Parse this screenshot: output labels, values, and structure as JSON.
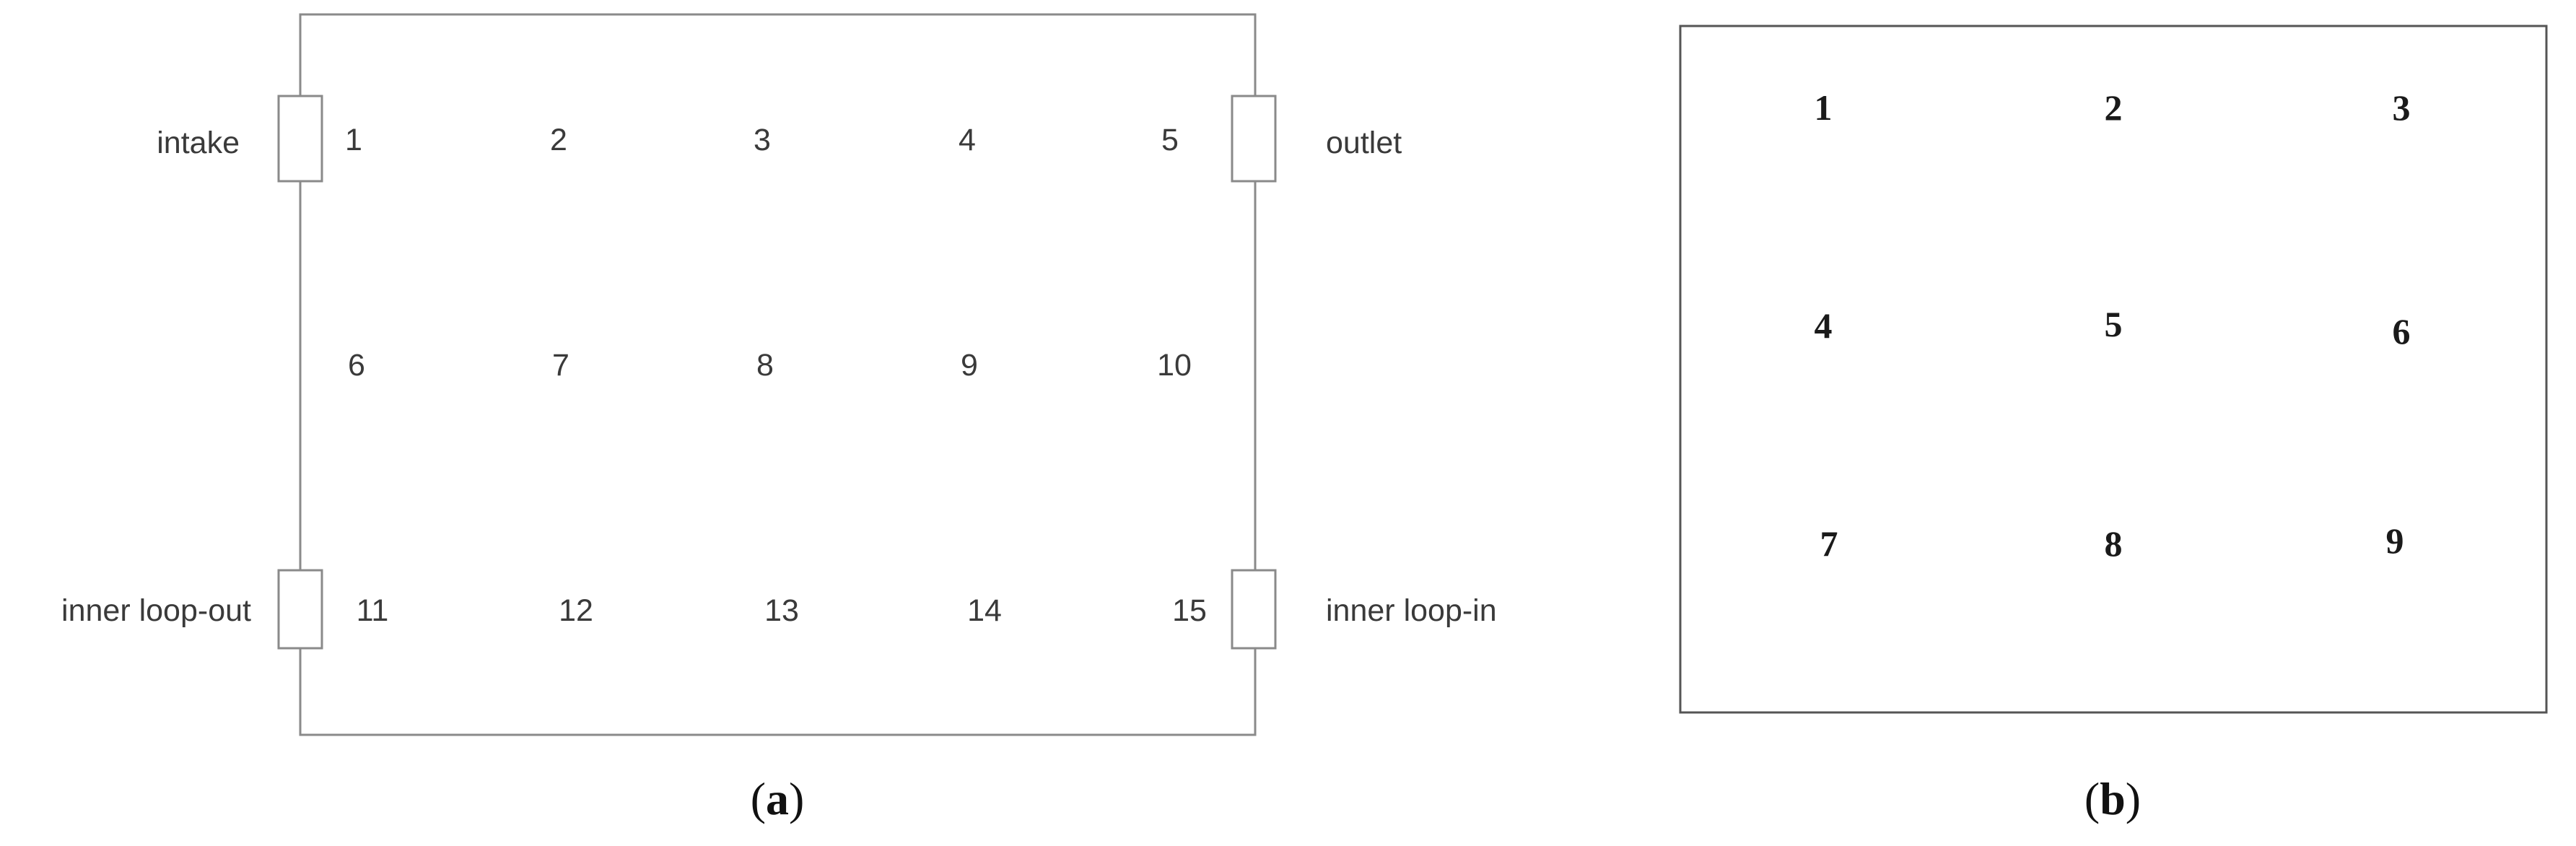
{
  "panel_a": {
    "points": [
      "1",
      "2",
      "3",
      "4",
      "5",
      "6",
      "7",
      "8",
      "9",
      "10",
      "11",
      "12",
      "13",
      "14",
      "15"
    ],
    "ports": {
      "intake": "intake",
      "outlet": "outlet",
      "inner_loop_out": "inner loop-out",
      "inner_loop_in": "inner loop-in"
    },
    "caption": {
      "open": "(",
      "letter": "a",
      "close": ")"
    }
  },
  "panel_b": {
    "points": [
      "1",
      "2",
      "3",
      "4",
      "5",
      "6",
      "7",
      "8",
      "9"
    ],
    "caption": {
      "open": "(",
      "letter": "b",
      "close": ")"
    }
  }
}
